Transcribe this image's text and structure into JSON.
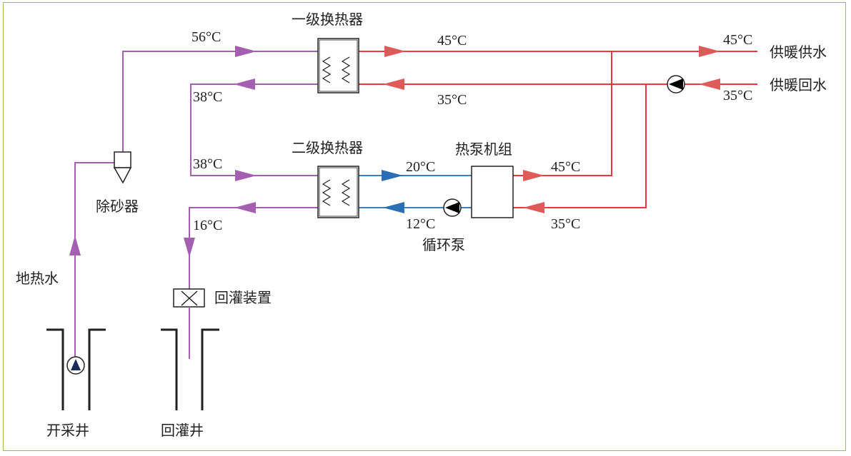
{
  "colors": {
    "geothermal": "#a45fb0",
    "hot": "#e8393f",
    "hot_arrow": "#e05a5a",
    "cold": "#3c7fc0",
    "cold_arrow": "#2a6fb5",
    "frame": "#9bbb59",
    "stroke": "#222222"
  },
  "labels": {
    "hx1": "一级换热器",
    "hx2": "二级换热器",
    "heat_pump": "热泵机组",
    "circ_pump": "循环泵",
    "desander": "除砂器",
    "geo_water": "地热水",
    "reinjection_device": "回灌装置",
    "production_well": "开采井",
    "reinjection_well": "回灌井",
    "supply": "供暖供水",
    "return": "供暖回水"
  },
  "temps": {
    "t56": "56°C",
    "t38_top": "38°C",
    "t38_mid": "38°C",
    "t16": "16°C",
    "t45_hx1": "45°C",
    "t35_hx1": "35°C",
    "t45_supply": "45°C",
    "t35_return": "35°C",
    "t20": "20°C",
    "t12": "12°C",
    "t45_hp": "45°C",
    "t35_hp": "35°C"
  },
  "icons": {
    "pump": "pump-icon",
    "desander": "desander-icon",
    "valve": "reinjection-valve-icon",
    "coil": "heat-exchanger-coil-icon"
  }
}
